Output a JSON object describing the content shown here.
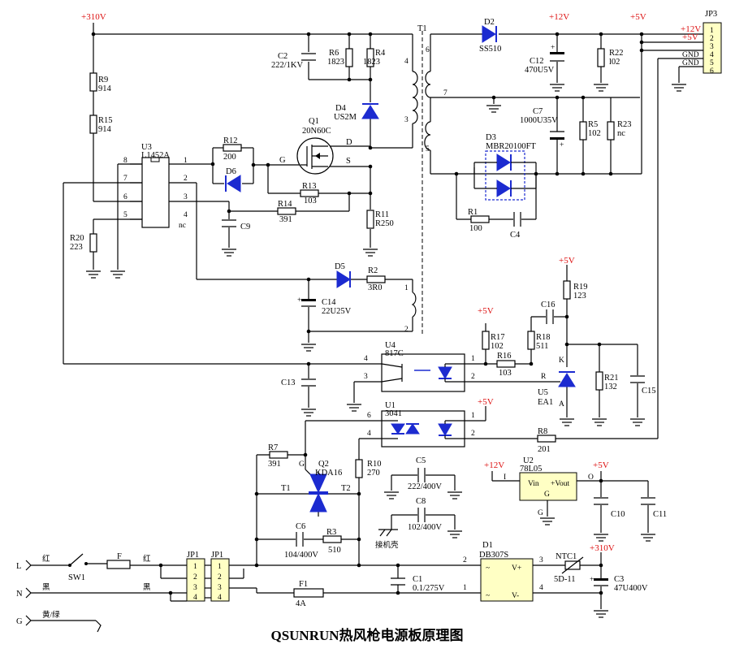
{
  "title": "QSUNRUN热风枪电源板原理图",
  "power": {
    "v310": "+310V",
    "v12": "+12V",
    "v5": "+5V"
  },
  "input": {
    "l": "L",
    "n": "N",
    "g": "G",
    "red": "红",
    "black": "黑",
    "yg": "黄/绿"
  },
  "labels": {
    "r9": "R9",
    "r15": "R15",
    "r20": "R20",
    "c2": "C2",
    "r6": "R6",
    "r4": "R4",
    "d4": "D4",
    "q1": "Q1",
    "u3": "U3",
    "r12": "R12",
    "d6": "D6",
    "r13": "R13",
    "r14": "R14",
    "c9": "C9",
    "r11": "R11",
    "d5": "D5",
    "r2": "R2",
    "c14": "C14",
    "c13": "C13",
    "t1": "T1",
    "d2": "D2",
    "c12": "C12",
    "r22": "R22",
    "c7": "C7",
    "r5": "R5",
    "r23": "R23",
    "d3": "D3",
    "r1": "R1",
    "c4": "C4",
    "jp3": "JP3",
    "u4": "U4",
    "r17": "R17",
    "r16": "R16",
    "r18": "R18",
    "c16": "C16",
    "r19": "R19",
    "u5": "U5",
    "r21": "R21",
    "c15": "C15",
    "u1": "U1",
    "r8": "R8",
    "r7": "R7",
    "q2": "Q2",
    "r10": "R10",
    "c5": "C5",
    "c8": "C8",
    "chassis": "接机壳",
    "c6": "C6",
    "r3": "R3",
    "u2": "U2",
    "c10": "C10",
    "c11": "C11",
    "d1": "D1",
    "ntc1": "NTC1",
    "c3": "C3",
    "c1": "C1",
    "f1": "F1",
    "f": "F",
    "sw1": "SW1",
    "jp1": "JP1"
  },
  "values": {
    "r9": "914",
    "r15": "914",
    "r20": "223",
    "c2": "222/1KV",
    "r6": "1823",
    "r4": "1823",
    "d4": "US2M",
    "q1": "20N60C",
    "u3": "L1452A",
    "r12": "200",
    "r13": "103",
    "r14": "391",
    "r11": "R250",
    "r2": "3R0",
    "c14": "22U25V",
    "d2": "SS510",
    "c12": "470U5V",
    "r22": "l02",
    "c7": "1000U35V",
    "r5": "102",
    "r23": "nc",
    "d3": "MBR20100FT",
    "r1": "100",
    "u4": "817C",
    "r17": "102",
    "r16": "103",
    "r18": "511",
    "r19": "123",
    "u5": "EA1",
    "r21": "132",
    "u1": "3041",
    "r8": "201",
    "r7": "391",
    "q2": "KDA16",
    "r10": "270",
    "c5": "222/400V",
    "c8": "102/400V",
    "c6": "104/400V",
    "r3": "510",
    "u2": "78L05",
    "d1": "DB307S",
    "ntc1": "5D-11",
    "c3": "47U400V",
    "c1": "0.1/275V",
    "f1": "4A"
  },
  "pins": {
    "d": "D",
    "s": "S",
    "g": "G",
    "nc": "nc",
    "u3_1": "1",
    "u3_2": "2",
    "u3_3": "3",
    "u3_4": "4",
    "u3_5": "5",
    "u3_6": "6",
    "u3_7": "7",
    "u3_8": "8",
    "t_1": "1",
    "t_2": "2",
    "t_3": "3",
    "t_4": "4",
    "t_5": "5",
    "t_6": "6",
    "t_7": "7",
    "jp3_1": "1",
    "jp3_2": "2",
    "jp3_3": "3",
    "jp3_4": "4",
    "jp3_5": "5",
    "jp3_6": "6",
    "gnd": "GND",
    "u4_1": "1",
    "u4_2": "2",
    "u4_3": "3",
    "u4_4": "4",
    "u1_1": "1",
    "u1_2": "2",
    "u1_4": "4",
    "u1_6": "6",
    "k": "K",
    "r": "R",
    "a": "A",
    "t1": "T1",
    "t2": "T2",
    "i": "I",
    "o": "O",
    "vin": "Vin",
    "vout": "+Vout",
    "ac": "~",
    "vplus": "V+",
    "vminus": "V-",
    "d1_1": "1",
    "d1_2": "2",
    "d1_3": "3",
    "d1_4": "4",
    "p1": "1",
    "p2": "2",
    "p3": "3",
    "p4": "4"
  }
}
